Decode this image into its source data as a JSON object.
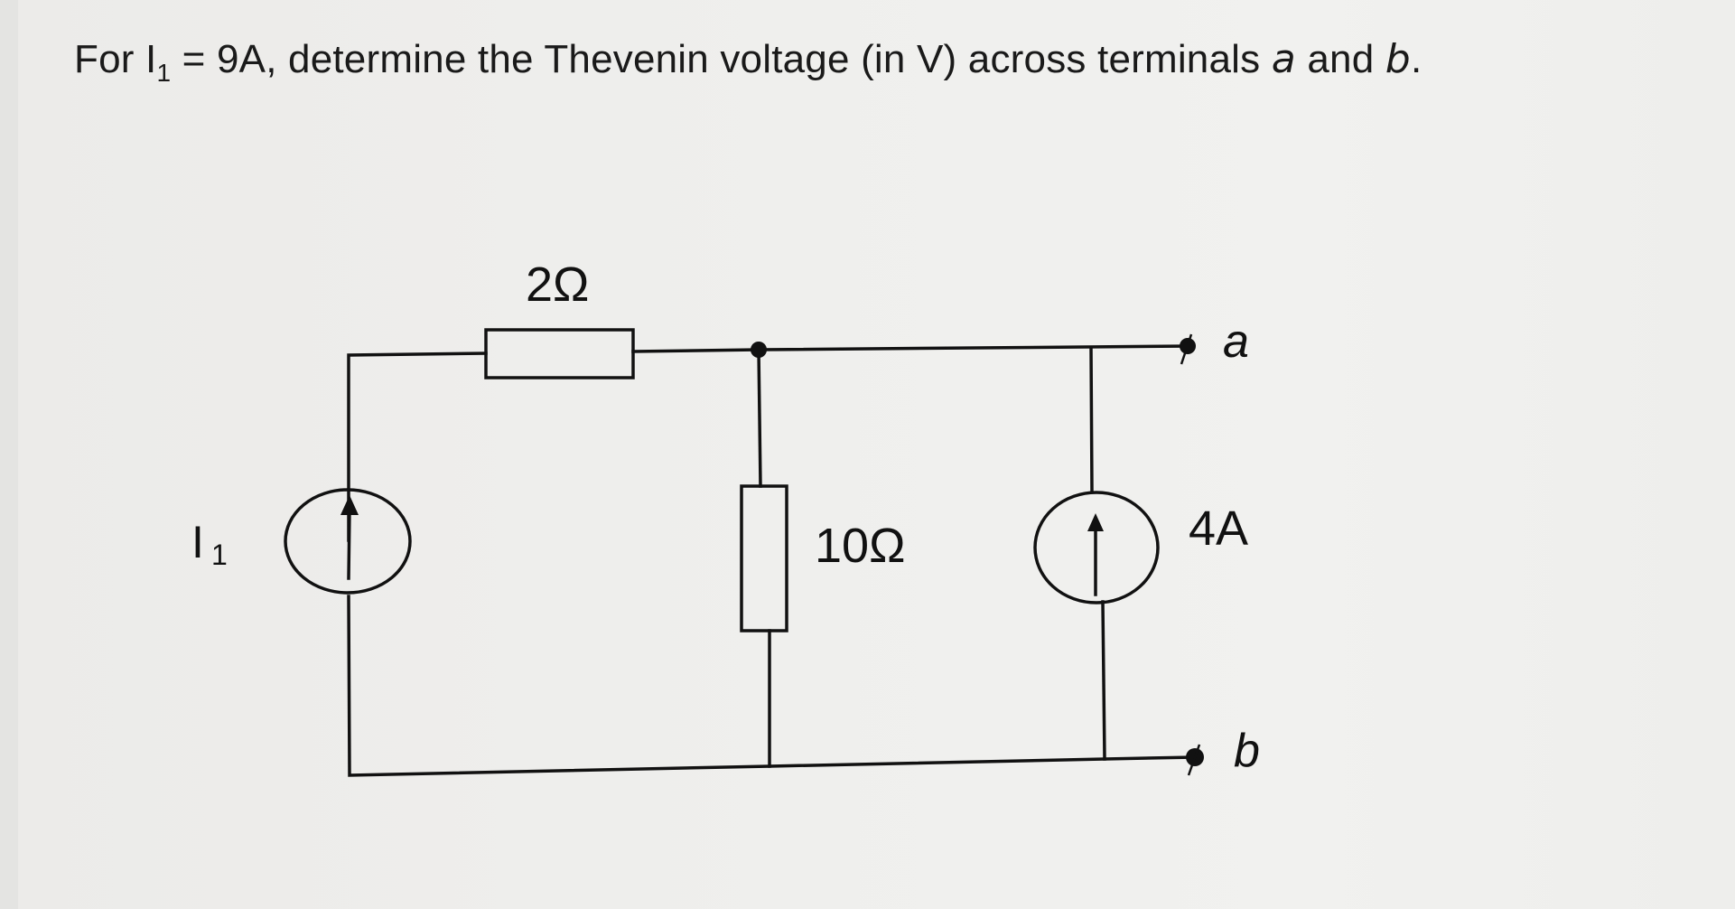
{
  "question": {
    "prefix": "For I",
    "source_subscript": "1",
    "middle": " = 9A, determine the Thevenin voltage (in V) across terminals ",
    "term_a": "a",
    "conj": " and ",
    "term_b": "b",
    "end": "."
  },
  "circuit": {
    "resistor_top_label": "2Ω",
    "resistor_mid_label": "10Ω",
    "source_left_name": "I",
    "source_left_subscript": "1",
    "source_right_label": "4A",
    "terminal_a": "a",
    "terminal_b": "b"
  }
}
